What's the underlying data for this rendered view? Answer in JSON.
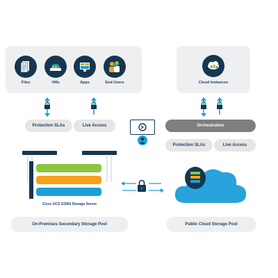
{
  "onprem": {
    "icons": [
      {
        "label": "Files",
        "icon": "files-icon"
      },
      {
        "label": "VMs",
        "icon": "vms-icon"
      },
      {
        "label": "Apps",
        "icon": "apps-icon"
      },
      {
        "label": "End Users",
        "icon": "end-users-icon"
      }
    ],
    "protection_slas": "Protection SLAs",
    "live_access": "Live Access",
    "server_caption": "Cisco UCS S3260 Storage Server",
    "pool_label": "On-Premises Secondary Storage Pool"
  },
  "cloud": {
    "instances_label": "Cloud Instances",
    "orchestration": "Orchestration",
    "protection_slas": "Protection SLAs",
    "live_access": "Live Access",
    "pool_label": "Public Cloud Storage Pool"
  },
  "colors": {
    "navy": "#16364f",
    "accent_blue": "#1ba0d7",
    "disk_green": "#8cc63f",
    "disk_orange": "#f7a21b",
    "disk_blue": "#1ba0d7",
    "cloud_blue": "#29a3db",
    "panel_gray": "#eeeff0"
  }
}
